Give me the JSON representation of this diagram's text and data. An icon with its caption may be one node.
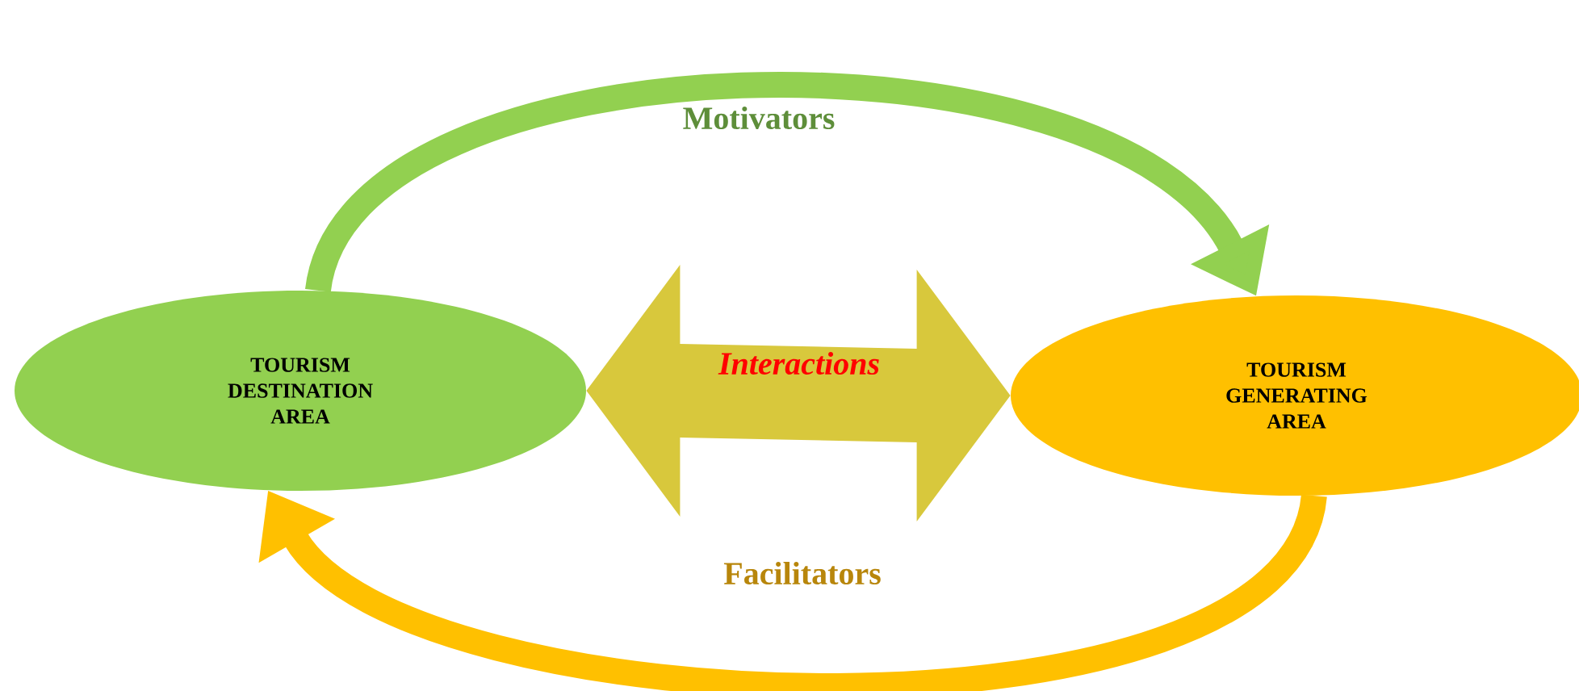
{
  "diagram": {
    "nodes": [
      {
        "text": [
          "TOURISM DESTINATION AREA"
        ]
      },
      {
        "text": [
          "TOURISM GENERATING AREA"
        ]
      }
    ],
    "edges": [
      {
        "from": 0,
        "to": 1,
        "arrow": "to",
        "label": "Motivators",
        "color": "#92d050"
      },
      {
        "from": 0,
        "to": 1,
        "arrow": "both",
        "style": "thick",
        "label": "Interactions",
        "color": "#d8c83c"
      },
      {
        "from": 1,
        "to": 0,
        "arrow": "to",
        "label": "Facilitators",
        "color": "#ffc000"
      }
    ]
  }
}
